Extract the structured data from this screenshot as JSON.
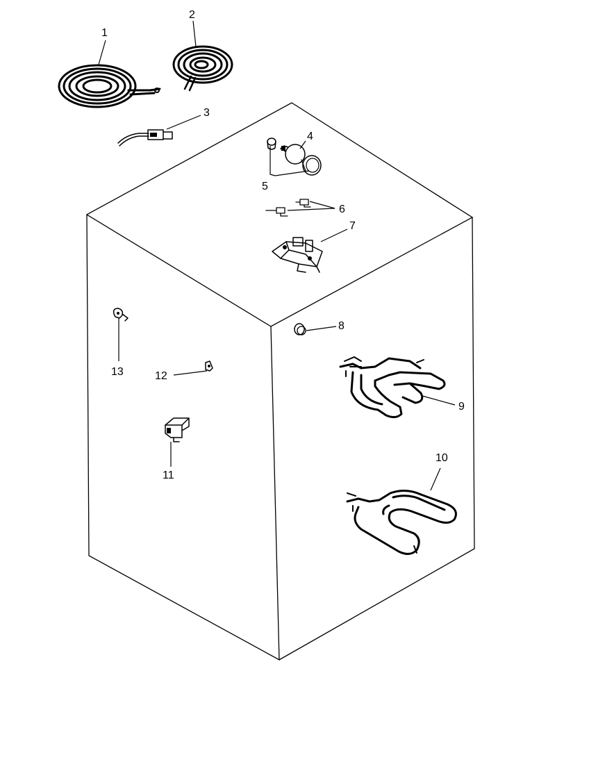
{
  "callouts": {
    "c1": "1",
    "c2": "2",
    "c3": "3",
    "c4": "4",
    "c5": "5",
    "c6": "6",
    "c7": "7",
    "c8": "8",
    "c9": "9",
    "c10": "10",
    "c11": "11",
    "c12": "12",
    "c13": "13"
  },
  "parts": [
    {
      "callout": "1",
      "icon": "large-surface-coil-element-icon"
    },
    {
      "callout": "2",
      "icon": "small-surface-coil-element-icon"
    },
    {
      "callout": "3",
      "icon": "wire-terminal-icon"
    },
    {
      "callout": "4",
      "icon": "oven-light-bulb-icon"
    },
    {
      "callout": "5",
      "icon": "light-socket-icon"
    },
    {
      "callout": "6",
      "icon": "terminal-clips-icon"
    },
    {
      "callout": "7",
      "icon": "infinite-switch-icon"
    },
    {
      "callout": "8",
      "icon": "grommet-icon"
    },
    {
      "callout": "9",
      "icon": "broil-element-icon"
    },
    {
      "callout": "10",
      "icon": "bake-element-icon"
    },
    {
      "callout": "11",
      "icon": "bracket-icon"
    },
    {
      "callout": "12",
      "icon": "screw-icon"
    },
    {
      "callout": "13",
      "icon": "clip-icon"
    }
  ]
}
